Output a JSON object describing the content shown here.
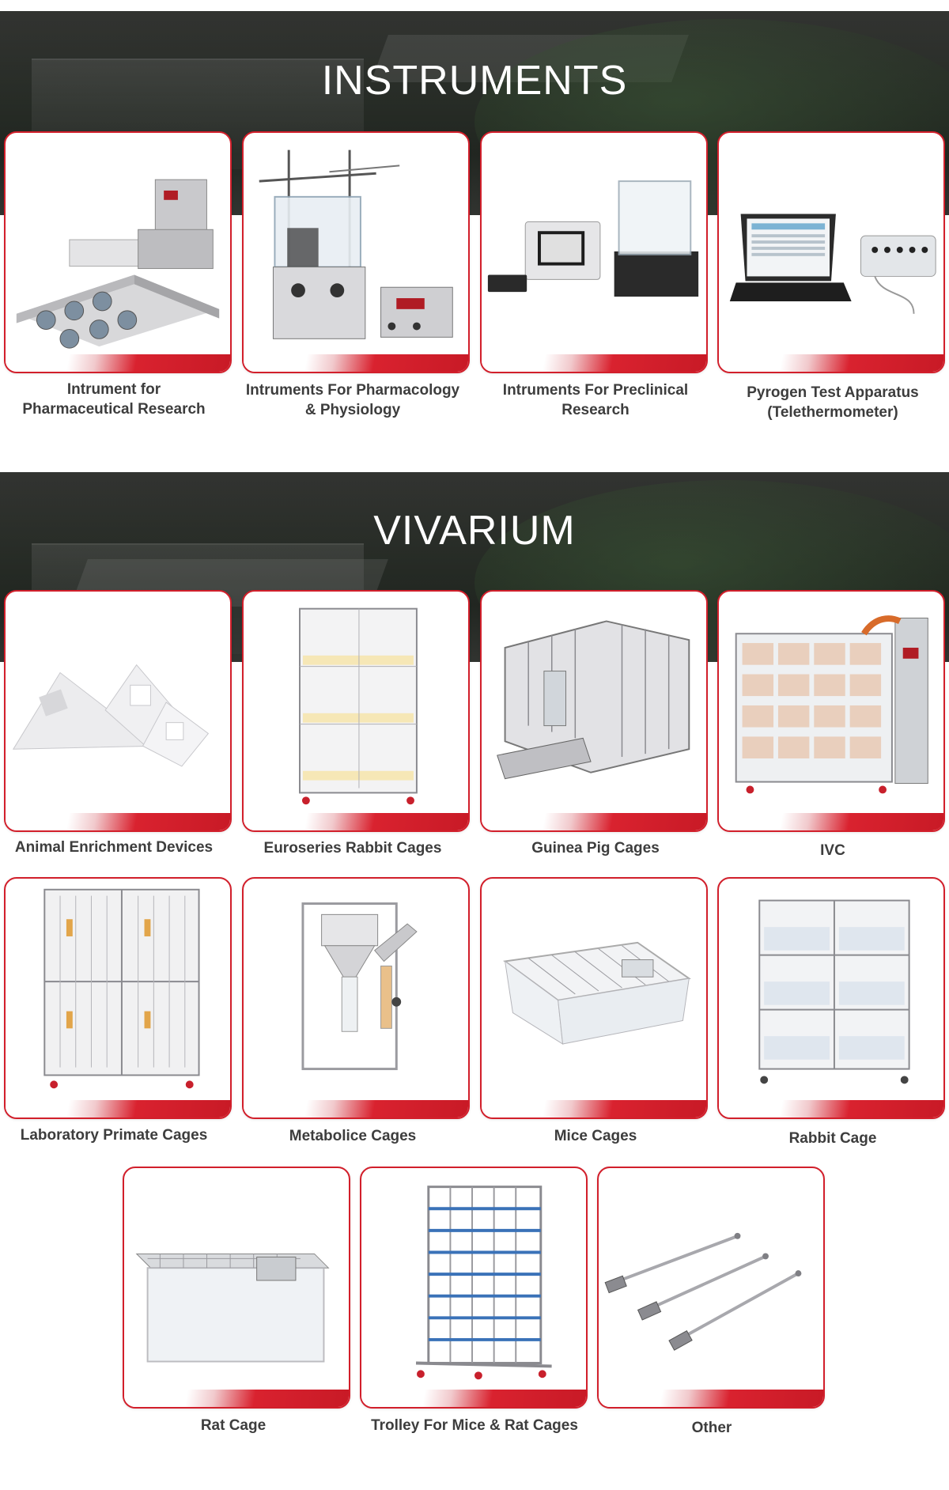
{
  "instruments": {
    "heading": "INSTRUMENTS",
    "items": [
      {
        "line1": "Intrument for",
        "line2": "Pharmaceutical Research"
      },
      {
        "line1": "Intruments For Pharmacology",
        "line2": "& Physiology"
      },
      {
        "line1": "Intruments For Preclinical",
        "line2": "Research"
      },
      {
        "line1": "Pyrogen Test Apparatus",
        "line2": "(Telethermometer)"
      }
    ]
  },
  "vivarium": {
    "heading": "VIVARIUM",
    "items": [
      {
        "label": "Animal Enrichment Devices"
      },
      {
        "label": "Euroseries Rabbit Cages"
      },
      {
        "label": "Guinea Pig Cages"
      },
      {
        "label": "IVC"
      },
      {
        "label": "Laboratory Primate Cages"
      },
      {
        "label": "Metabolice Cages"
      },
      {
        "label": "Mice Cages"
      },
      {
        "label": "Rabbit Cage"
      },
      {
        "label": "Rat Cage"
      },
      {
        "label": "Trolley For Mice & Rat Cages"
      },
      {
        "label": "Other"
      }
    ]
  },
  "colors": {
    "accent": "#d21f2b",
    "text": "#3d3d3d",
    "banner_text": "#ffffff"
  }
}
